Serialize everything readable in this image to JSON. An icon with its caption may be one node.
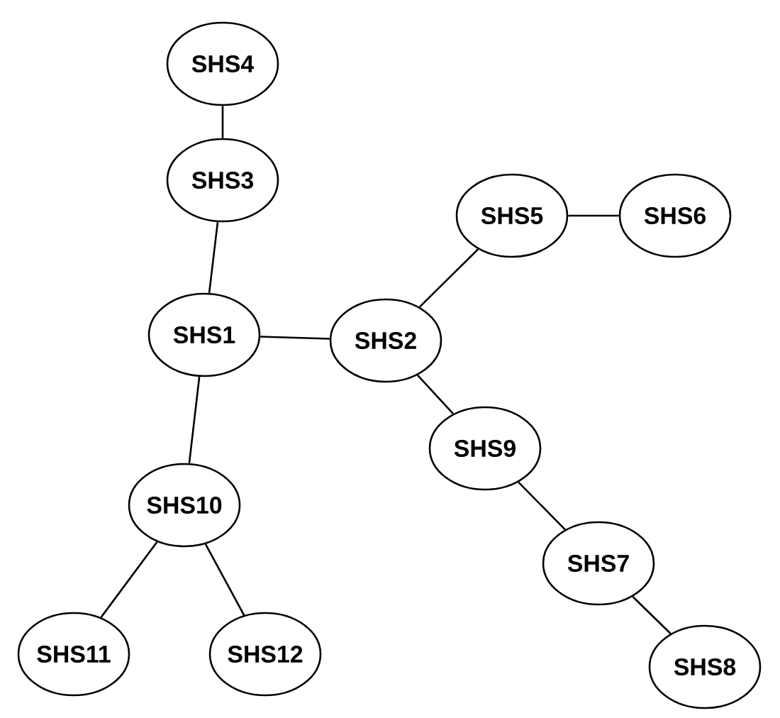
{
  "diagram": {
    "nodes": [
      {
        "text": [
          "SHS4"
        ]
      },
      {
        "text": [
          "SHS3"
        ]
      },
      {
        "text": [
          "SHS5"
        ]
      },
      {
        "text": [
          "SHS6"
        ]
      },
      {
        "text": [
          "SHS1"
        ]
      },
      {
        "text": [
          "SHS2"
        ]
      },
      {
        "text": [
          "SHS9"
        ]
      },
      {
        "text": [
          "SHS10"
        ]
      },
      {
        "text": [
          "SHS7"
        ]
      },
      {
        "text": [
          "SHS11"
        ]
      },
      {
        "text": [
          "SHS12"
        ]
      },
      {
        "text": [
          "SHS8"
        ]
      }
    ],
    "edges": [
      {
        "from": 0,
        "to": 1,
        "arrow": "none"
      },
      {
        "from": 1,
        "to": 4,
        "arrow": "none"
      },
      {
        "from": 4,
        "to": 5,
        "arrow": "none"
      },
      {
        "from": 5,
        "to": 2,
        "arrow": "none"
      },
      {
        "from": 2,
        "to": 3,
        "arrow": "none"
      },
      {
        "from": 4,
        "to": 7,
        "arrow": "none"
      },
      {
        "from": 7,
        "to": 9,
        "arrow": "none"
      },
      {
        "from": 7,
        "to": 10,
        "arrow": "none"
      },
      {
        "from": 5,
        "to": 6,
        "arrow": "none"
      },
      {
        "from": 6,
        "to": 8,
        "arrow": "none"
      },
      {
        "from": 8,
        "to": 11,
        "arrow": "none"
      }
    ]
  }
}
